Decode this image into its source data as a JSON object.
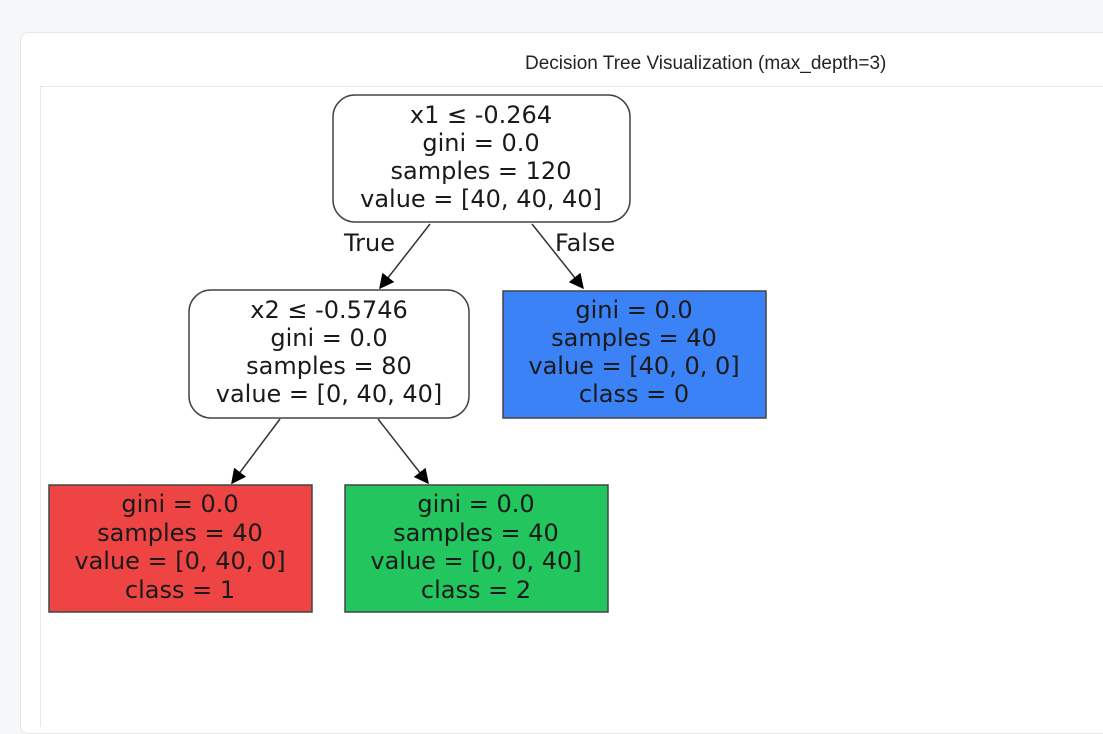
{
  "card": {
    "title": "Decision Tree Visualization (max_depth=3)"
  },
  "colors": {
    "root_fill": "#ffffff",
    "left_internal_fill": "#ffffff",
    "blue_leaf": "#3b82f6",
    "red_leaf": "#ef4444",
    "green_leaf": "#22c55e",
    "stroke": "#444444"
  },
  "tree": {
    "root": {
      "lines": [
        "x1 ≤ -0.264",
        "gini = 0.0",
        "samples = 120",
        "value = [40, 40, 40]"
      ]
    },
    "left": {
      "lines": [
        "x2 ≤ -0.5746",
        "gini = 0.0",
        "samples = 80",
        "value = [0, 40, 40]"
      ]
    },
    "right": {
      "lines": [
        "gini = 0.0",
        "samples = 40",
        "value = [40, 0, 0]",
        "class = 0"
      ]
    },
    "left_left": {
      "lines": [
        "gini = 0.0",
        "samples = 40",
        "value = [0, 40, 0]",
        "class = 1"
      ]
    },
    "left_right": {
      "lines": [
        "gini = 0.0",
        "samples = 40",
        "value = [0, 0, 40]",
        "class = 2"
      ]
    },
    "edge_labels": {
      "true": "True",
      "false": "False"
    }
  }
}
